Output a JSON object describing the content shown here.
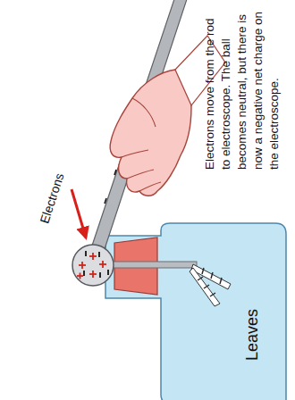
{
  "diagram": {
    "labels": [
      "Electrons",
      "Leaves",
      "Electrons move from the rod to electroscope. The ball becomes neutral, but there is now a negative net charge on the electroscope."
    ]
  }
}
